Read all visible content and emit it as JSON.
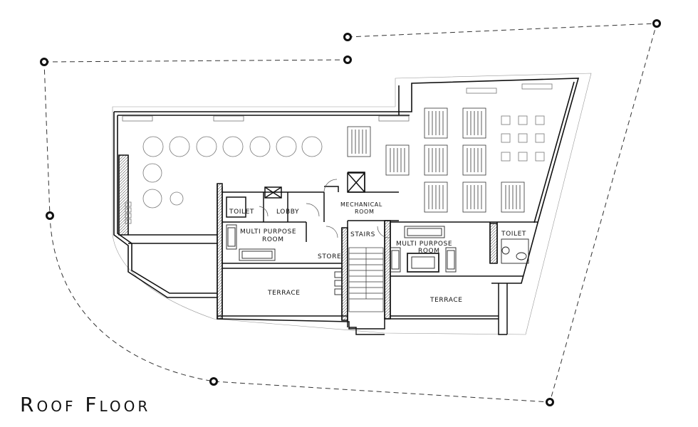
{
  "title": "Roof Floor",
  "rooms": {
    "toilet_left": "Toilet",
    "lobby": "Lobby",
    "mechanical_line1": "Mechanical",
    "mechanical_line2": "Room",
    "multi_left_line1": "Multi Purpose",
    "multi_left_line2": "Room",
    "stairs": "Stairs",
    "store": "Store",
    "multi_right_line1": "Multi Purpose",
    "multi_right_line2": "Room",
    "toilet_right": "Toilet",
    "terrace_left": "Terrace",
    "terrace_right": "Terrace"
  },
  "colors": {
    "line": "#111111",
    "dash": "#333333",
    "hatch": "#666666"
  }
}
